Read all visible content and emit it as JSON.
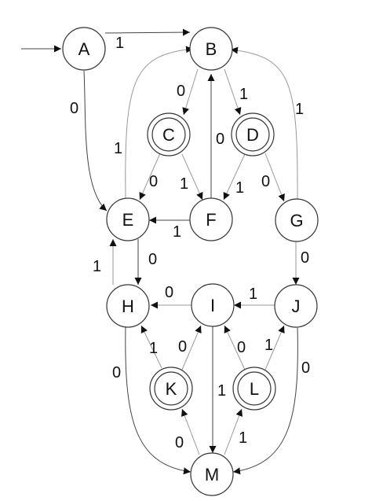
{
  "states": [
    {
      "id": "A",
      "label": "A",
      "accepting": false,
      "start": true
    },
    {
      "id": "B",
      "label": "B",
      "accepting": false
    },
    {
      "id": "C",
      "label": "C",
      "accepting": true
    },
    {
      "id": "D",
      "label": "D",
      "accepting": true
    },
    {
      "id": "E",
      "label": "E",
      "accepting": false
    },
    {
      "id": "F",
      "label": "F",
      "accepting": false
    },
    {
      "id": "G",
      "label": "G",
      "accepting": false
    },
    {
      "id": "H",
      "label": "H",
      "accepting": false
    },
    {
      "id": "I",
      "label": "I",
      "accepting": false
    },
    {
      "id": "J",
      "label": "J",
      "accepting": false
    },
    {
      "id": "K",
      "label": "K",
      "accepting": true
    },
    {
      "id": "L",
      "label": "L",
      "accepting": true
    },
    {
      "id": "M",
      "label": "M",
      "accepting": false
    }
  ],
  "transitions": [
    {
      "from": "A",
      "to": "B",
      "symbol": "1"
    },
    {
      "from": "A",
      "to": "E",
      "symbol": "0"
    },
    {
      "from": "B",
      "to": "C",
      "symbol": "0"
    },
    {
      "from": "B",
      "to": "D",
      "symbol": "1"
    },
    {
      "from": "C",
      "to": "E",
      "symbol": "0"
    },
    {
      "from": "C",
      "to": "F",
      "symbol": "1"
    },
    {
      "from": "D",
      "to": "F",
      "symbol": "1"
    },
    {
      "from": "D",
      "to": "G",
      "symbol": "0"
    },
    {
      "from": "E",
      "to": "B",
      "symbol": "1"
    },
    {
      "from": "E",
      "to": "H",
      "symbol": "0"
    },
    {
      "from": "F",
      "to": "B",
      "symbol": "0"
    },
    {
      "from": "F",
      "to": "E",
      "symbol": "1"
    },
    {
      "from": "G",
      "to": "B",
      "symbol": "1"
    },
    {
      "from": "G",
      "to": "J",
      "symbol": "0"
    },
    {
      "from": "H",
      "to": "E",
      "symbol": "1"
    },
    {
      "from": "H",
      "to": "M",
      "symbol": "0"
    },
    {
      "from": "I",
      "to": "H",
      "symbol": "0"
    },
    {
      "from": "I",
      "to": "M",
      "symbol": "1"
    },
    {
      "from": "J",
      "to": "I",
      "symbol": "1"
    },
    {
      "from": "J",
      "to": "M",
      "symbol": "0"
    },
    {
      "from": "K",
      "to": "H",
      "symbol": "1"
    },
    {
      "from": "K",
      "to": "I",
      "symbol": "0"
    },
    {
      "from": "L",
      "to": "I",
      "symbol": "0"
    },
    {
      "from": "L",
      "to": "J",
      "symbol": "1"
    },
    {
      "from": "M",
      "to": "K",
      "symbol": "0"
    },
    {
      "from": "M",
      "to": "L",
      "symbol": "1"
    }
  ]
}
